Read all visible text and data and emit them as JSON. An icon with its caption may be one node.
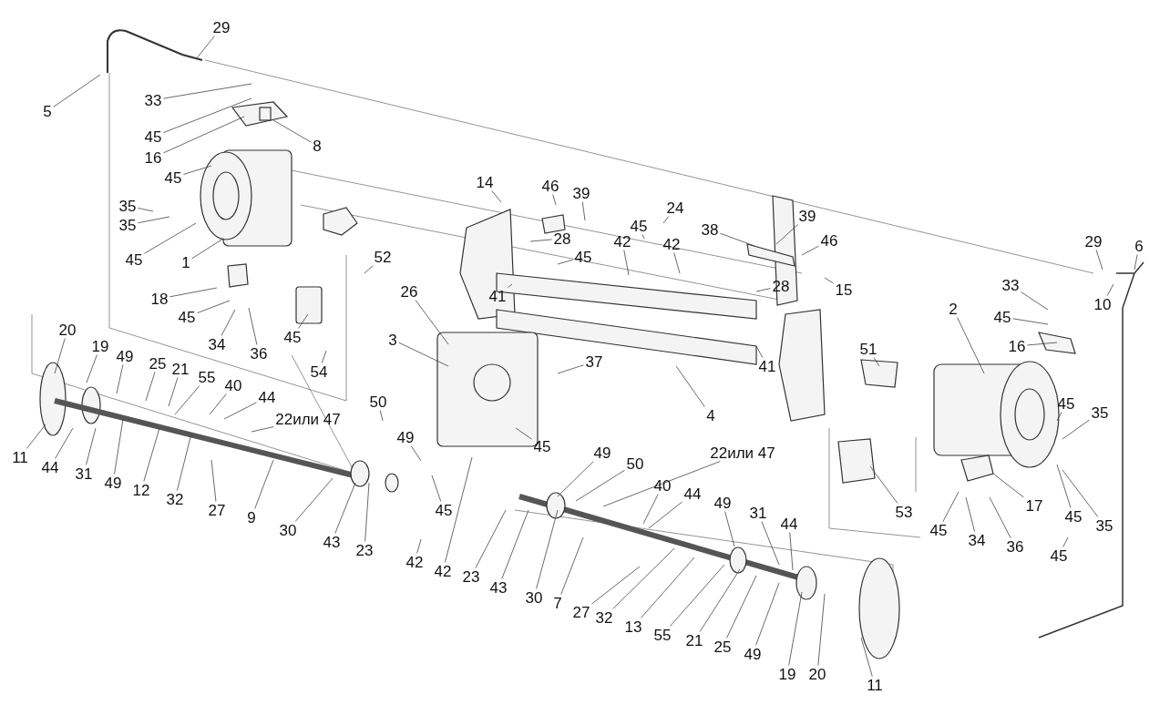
{
  "diagram": {
    "nodes": [
      {
        "text": [
          "29"
        ]
      },
      {
        "text": [
          "5"
        ]
      },
      {
        "text": [
          "33"
        ]
      },
      {
        "text": [
          "45"
        ]
      },
      {
        "text": [
          "16"
        ]
      },
      {
        "text": [
          "8"
        ]
      },
      {
        "text": [
          "45"
        ]
      },
      {
        "text": [
          "35"
        ]
      },
      {
        "text": [
          "35"
        ]
      },
      {
        "text": [
          "45"
        ]
      },
      {
        "text": [
          "1"
        ]
      },
      {
        "text": [
          "18"
        ]
      },
      {
        "text": [
          "45"
        ]
      },
      {
        "text": [
          "34"
        ]
      },
      {
        "text": [
          "36"
        ]
      },
      {
        "text": [
          "45"
        ]
      },
      {
        "text": [
          "54"
        ]
      },
      {
        "text": [
          "52"
        ]
      },
      {
        "text": [
          "14"
        ]
      },
      {
        "text": [
          "46"
        ]
      },
      {
        "text": [
          "39"
        ]
      },
      {
        "text": [
          "28"
        ]
      },
      {
        "text": [
          "24"
        ]
      },
      {
        "text": [
          "45"
        ]
      },
      {
        "text": [
          "42"
        ]
      },
      {
        "text": [
          "42"
        ]
      },
      {
        "text": [
          "45"
        ]
      },
      {
        "text": [
          "41"
        ]
      },
      {
        "text": [
          "38"
        ]
      },
      {
        "text": [
          "39"
        ]
      },
      {
        "text": [
          "46"
        ]
      },
      {
        "text": [
          "28"
        ]
      },
      {
        "text": [
          "15"
        ]
      },
      {
        "text": [
          "41"
        ]
      },
      {
        "text": [
          "26"
        ]
      },
      {
        "text": [
          "3"
        ]
      },
      {
        "text": [
          "37"
        ]
      },
      {
        "text": [
          "4"
        ]
      },
      {
        "text": [
          "45"
        ]
      },
      {
        "text": [
          "50"
        ]
      },
      {
        "text": [
          "49"
        ]
      },
      {
        "text": [
          "45"
        ]
      },
      {
        "text": [
          "42"
        ]
      },
      {
        "text": [
          "42"
        ]
      },
      {
        "text": [
          "23"
        ]
      },
      {
        "text": [
          "43"
        ]
      },
      {
        "text": [
          "30"
        ]
      },
      {
        "text": [
          "7"
        ]
      },
      {
        "text": [
          "27"
        ]
      },
      {
        "text": [
          "32"
        ]
      },
      {
        "text": [
          "13"
        ]
      },
      {
        "text": [
          "55"
        ]
      },
      {
        "text": [
          "21"
        ]
      },
      {
        "text": [
          "25"
        ]
      },
      {
        "text": [
          "49"
        ]
      },
      {
        "text": [
          "19"
        ]
      },
      {
        "text": [
          "20"
        ]
      },
      {
        "text": [
          "11"
        ]
      },
      {
        "text": [
          "49"
        ]
      },
      {
        "text": [
          "50"
        ]
      },
      {
        "text": [
          "22или 47"
        ]
      },
      {
        "text": [
          "40"
        ]
      },
      {
        "text": [
          "44"
        ]
      },
      {
        "text": [
          "49"
        ]
      },
      {
        "text": [
          "31"
        ]
      },
      {
        "text": [
          "44"
        ]
      },
      {
        "text": [
          "20"
        ]
      },
      {
        "text": [
          "19"
        ]
      },
      {
        "text": [
          "49"
        ]
      },
      {
        "text": [
          "25"
        ]
      },
      {
        "text": [
          "21"
        ]
      },
      {
        "text": [
          "55"
        ]
      },
      {
        "text": [
          "40"
        ]
      },
      {
        "text": [
          "44"
        ]
      },
      {
        "text": [
          "22или 47"
        ]
      },
      {
        "text": [
          "11"
        ]
      },
      {
        "text": [
          "44"
        ]
      },
      {
        "text": [
          "31"
        ]
      },
      {
        "text": [
          "49"
        ]
      },
      {
        "text": [
          "12"
        ]
      },
      {
        "text": [
          "32"
        ]
      },
      {
        "text": [
          "27"
        ]
      },
      {
        "text": [
          "9"
        ]
      },
      {
        "text": [
          "30"
        ]
      },
      {
        "text": [
          "43"
        ]
      },
      {
        "text": [
          "23"
        ]
      },
      {
        "text": [
          "29"
        ]
      },
      {
        "text": [
          "6"
        ]
      },
      {
        "text": [
          "10"
        ]
      },
      {
        "text": [
          "33"
        ]
      },
      {
        "text": [
          "45"
        ]
      },
      {
        "text": [
          "16"
        ]
      },
      {
        "text": [
          "2"
        ]
      },
      {
        "text": [
          "51"
        ]
      },
      {
        "text": [
          "45"
        ]
      },
      {
        "text": [
          "35"
        ]
      },
      {
        "text": [
          "53"
        ]
      },
      {
        "text": [
          "17"
        ]
      },
      {
        "text": [
          "45"
        ]
      },
      {
        "text": [
          "35"
        ]
      },
      {
        "text": [
          "45"
        ]
      },
      {
        "text": [
          "34"
        ]
      },
      {
        "text": [
          "36"
        ]
      },
      {
        "text": [
          "45"
        ]
      }
    ],
    "edges": [
      {
        "from": 0,
        "to": null,
        "arrow": "none"
      },
      {
        "from": 1,
        "to": null,
        "arrow": "none"
      },
      {
        "from": 2,
        "to": null,
        "arrow": "none"
      },
      {
        "from": 3,
        "to": null,
        "arrow": "none"
      },
      {
        "from": 4,
        "to": null,
        "arrow": "none"
      },
      {
        "from": 5,
        "to": null,
        "arrow": "none"
      },
      {
        "from": 6,
        "to": null,
        "arrow": "none"
      },
      {
        "from": 7,
        "to": null,
        "arrow": "none"
      },
      {
        "from": 8,
        "to": null,
        "arrow": "none"
      },
      {
        "from": 9,
        "to": null,
        "arrow": "none"
      },
      {
        "from": 10,
        "to": null,
        "arrow": "none"
      },
      {
        "from": 11,
        "to": null,
        "arrow": "none"
      },
      {
        "from": 12,
        "to": null,
        "arrow": "none"
      },
      {
        "from": 13,
        "to": null,
        "arrow": "none"
      },
      {
        "from": 14,
        "to": null,
        "arrow": "none"
      },
      {
        "from": 15,
        "to": null,
        "arrow": "none"
      },
      {
        "from": 16,
        "to": null,
        "arrow": "none"
      },
      {
        "from": 17,
        "to": null,
        "arrow": "none"
      },
      {
        "from": 18,
        "to": null,
        "arrow": "none"
      },
      {
        "from": 19,
        "to": null,
        "arrow": "none"
      },
      {
        "from": 20,
        "to": null,
        "arrow": "none"
      },
      {
        "from": 21,
        "to": null,
        "arrow": "none"
      },
      {
        "from": 22,
        "to": null,
        "arrow": "none"
      },
      {
        "from": 23,
        "to": null,
        "arrow": "none"
      },
      {
        "from": 24,
        "to": null,
        "arrow": "none"
      },
      {
        "from": 25,
        "to": null,
        "arrow": "none"
      },
      {
        "from": 26,
        "to": null,
        "arrow": "none"
      },
      {
        "from": 27,
        "to": null,
        "arrow": "none"
      },
      {
        "from": 28,
        "to": null,
        "arrow": "none"
      },
      {
        "from": 29,
        "to": null,
        "arrow": "none"
      },
      {
        "from": 30,
        "to": null,
        "arrow": "none"
      },
      {
        "from": 31,
        "to": null,
        "arrow": "none"
      },
      {
        "from": 32,
        "to": null,
        "arrow": "none"
      },
      {
        "from": 33,
        "to": null,
        "arrow": "none"
      },
      {
        "from": 34,
        "to": null,
        "arrow": "none"
      },
      {
        "from": 35,
        "to": null,
        "arrow": "none"
      },
      {
        "from": 36,
        "to": null,
        "arrow": "none"
      },
      {
        "from": 37,
        "to": null,
        "arrow": "none"
      },
      {
        "from": 38,
        "to": null,
        "arrow": "none"
      },
      {
        "from": 39,
        "to": null,
        "arrow": "none"
      },
      {
        "from": 40,
        "to": null,
        "arrow": "none"
      },
      {
        "from": 41,
        "to": null,
        "arrow": "none"
      },
      {
        "from": 42,
        "to": null,
        "arrow": "none"
      },
      {
        "from": 43,
        "to": null,
        "arrow": "none"
      },
      {
        "from": 44,
        "to": null,
        "arrow": "none"
      },
      {
        "from": 45,
        "to": null,
        "arrow": "none"
      },
      {
        "from": 46,
        "to": null,
        "arrow": "none"
      },
      {
        "from": 47,
        "to": null,
        "arrow": "none"
      },
      {
        "from": 48,
        "to": null,
        "arrow": "none"
      },
      {
        "from": 49,
        "to": null,
        "arrow": "none"
      },
      {
        "from": 50,
        "to": null,
        "arrow": "none"
      },
      {
        "from": 51,
        "to": null,
        "arrow": "none"
      },
      {
        "from": 52,
        "to": null,
        "arrow": "none"
      },
      {
        "from": 53,
        "to": null,
        "arrow": "none"
      },
      {
        "from": 54,
        "to": null,
        "arrow": "none"
      },
      {
        "from": 55,
        "to": null,
        "arrow": "none"
      },
      {
        "from": 56,
        "to": null,
        "arrow": "none"
      },
      {
        "from": 57,
        "to": null,
        "arrow": "none"
      },
      {
        "from": 58,
        "to": null,
        "arrow": "none"
      },
      {
        "from": 59,
        "to": null,
        "arrow": "none"
      },
      {
        "from": 60,
        "to": null,
        "arrow": "none"
      },
      {
        "from": 61,
        "to": null,
        "arrow": "none"
      },
      {
        "from": 62,
        "to": null,
        "arrow": "none"
      },
      {
        "from": 63,
        "to": null,
        "arrow": "none"
      },
      {
        "from": 64,
        "to": null,
        "arrow": "none"
      },
      {
        "from": 65,
        "to": null,
        "arrow": "none"
      },
      {
        "from": 66,
        "to": null,
        "arrow": "none"
      },
      {
        "from": 67,
        "to": null,
        "arrow": "none"
      },
      {
        "from": 68,
        "to": null,
        "arrow": "none"
      },
      {
        "from": 69,
        "to": null,
        "arrow": "none"
      },
      {
        "from": 70,
        "to": null,
        "arrow": "none"
      },
      {
        "from": 71,
        "to": null,
        "arrow": "none"
      },
      {
        "from": 72,
        "to": null,
        "arrow": "none"
      },
      {
        "from": 73,
        "to": null,
        "arrow": "none"
      },
      {
        "from": 74,
        "to": null,
        "arrow": "none"
      },
      {
        "from": 75,
        "to": null,
        "arrow": "none"
      },
      {
        "from": 76,
        "to": null,
        "arrow": "none"
      },
      {
        "from": 77,
        "to": null,
        "arrow": "none"
      },
      {
        "from": 78,
        "to": null,
        "arrow": "none"
      },
      {
        "from": 79,
        "to": null,
        "arrow": "none"
      },
      {
        "from": 80,
        "to": null,
        "arrow": "none"
      },
      {
        "from": 81,
        "to": null,
        "arrow": "none"
      },
      {
        "from": 82,
        "to": null,
        "arrow": "none"
      },
      {
        "from": 83,
        "to": null,
        "arrow": "none"
      },
      {
        "from": 84,
        "to": null,
        "arrow": "none"
      },
      {
        "from": 85,
        "to": null,
        "arrow": "none"
      },
      {
        "from": 86,
        "to": null,
        "arrow": "none"
      },
      {
        "from": 87,
        "to": null,
        "arrow": "none"
      },
      {
        "from": 88,
        "to": null,
        "arrow": "none"
      },
      {
        "from": 89,
        "to": null,
        "arrow": "none"
      },
      {
        "from": 90,
        "to": null,
        "arrow": "none"
      },
      {
        "from": 91,
        "to": null,
        "arrow": "none"
      },
      {
        "from": 92,
        "to": null,
        "arrow": "none"
      },
      {
        "from": 93,
        "to": null,
        "arrow": "none"
      },
      {
        "from": 94,
        "to": null,
        "arrow": "none"
      },
      {
        "from": 95,
        "to": null,
        "arrow": "none"
      },
      {
        "from": 96,
        "to": null,
        "arrow": "none"
      },
      {
        "from": 97,
        "to": null,
        "arrow": "none"
      },
      {
        "from": 98,
        "to": null,
        "arrow": "none"
      },
      {
        "from": 99,
        "to": null,
        "arrow": "none"
      },
      {
        "from": 100,
        "to": null,
        "arrow": "none"
      },
      {
        "from": 101,
        "to": null,
        "arrow": "none"
      },
      {
        "from": 102,
        "to": null,
        "arrow": "none"
      },
      {
        "from": 103,
        "to": null,
        "arrow": "none"
      }
    ]
  }
}
